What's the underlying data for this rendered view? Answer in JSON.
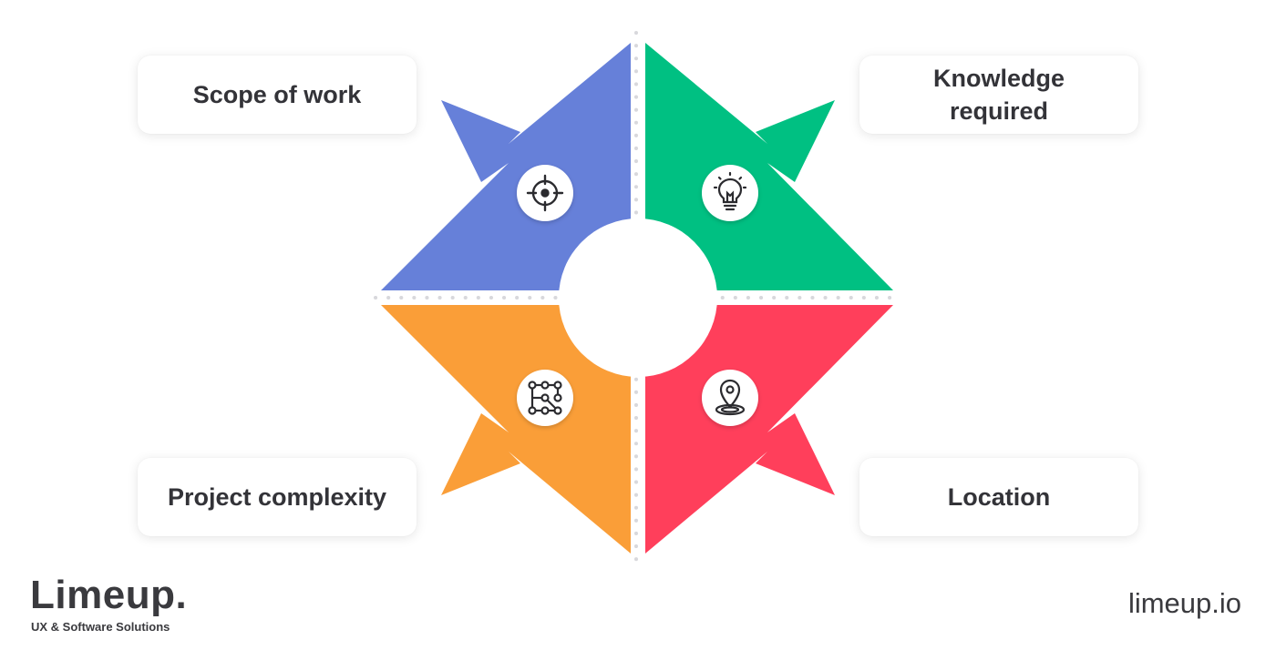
{
  "diagram": {
    "quadrants": [
      {
        "id": "scope",
        "label": "Scope of work",
        "icon": "target-icon",
        "color": "#6680D9"
      },
      {
        "id": "knowledge",
        "label": "Knowledge\nrequired",
        "icon": "lightbulb-icon",
        "color": "#00C082"
      },
      {
        "id": "project",
        "label": "Project complexity",
        "icon": "network-icon",
        "color": "#FA9E38"
      },
      {
        "id": "location",
        "label": "Location",
        "icon": "location-pin-icon",
        "color": "#FF3F5B"
      }
    ]
  },
  "brand": {
    "name": "Limeup.",
    "tagline": "UX & Software Solutions",
    "url": "limeup.io"
  }
}
